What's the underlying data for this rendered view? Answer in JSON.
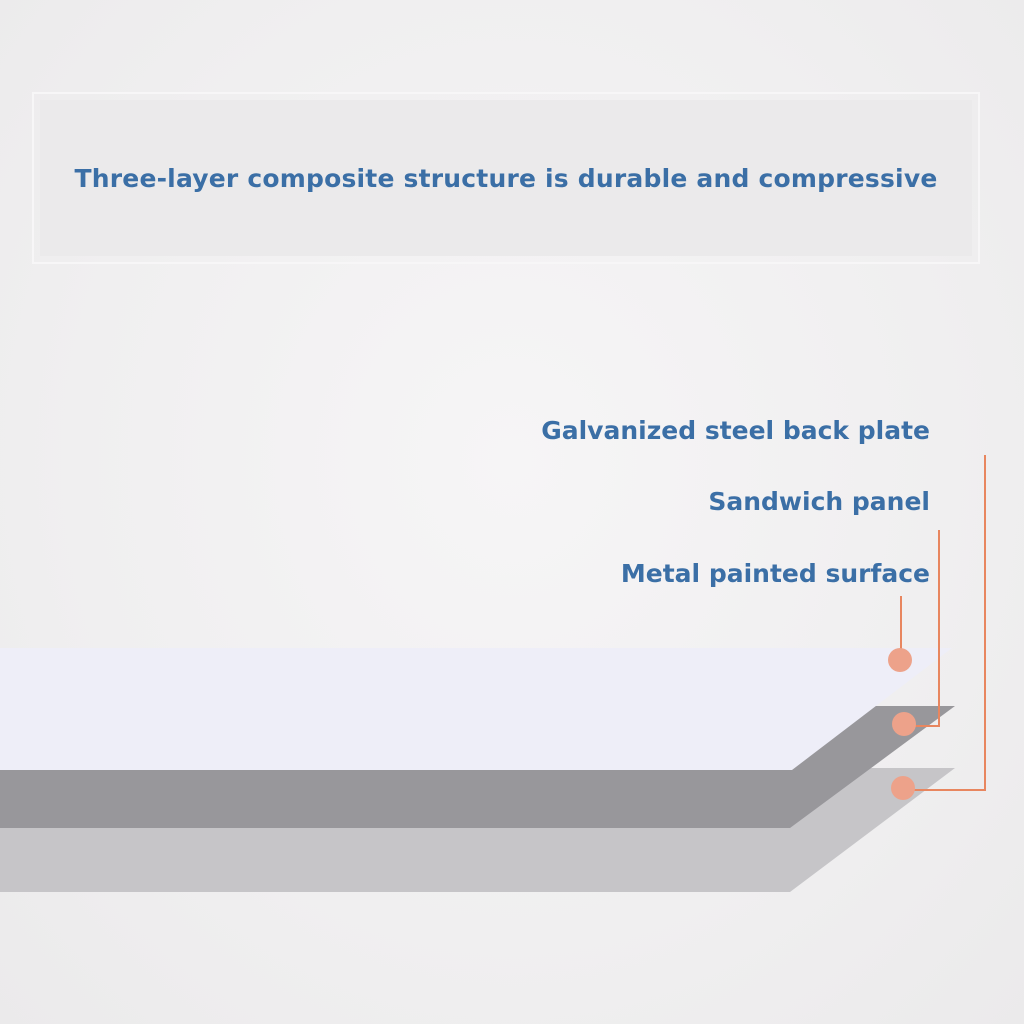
{
  "header": {
    "title": "Three-layer composite structure is durable and compressive"
  },
  "layers": [
    {
      "label": "Galvanized steel back plate",
      "color": "#c6c5c8"
    },
    {
      "label": "Sandwich panel",
      "color": "#98979b"
    },
    {
      "label": "Metal painted surface",
      "color": "#eeeef8"
    }
  ],
  "colors": {
    "text": "#3b6fa6",
    "leader": "#e8865f",
    "marker": "#eda28a"
  }
}
